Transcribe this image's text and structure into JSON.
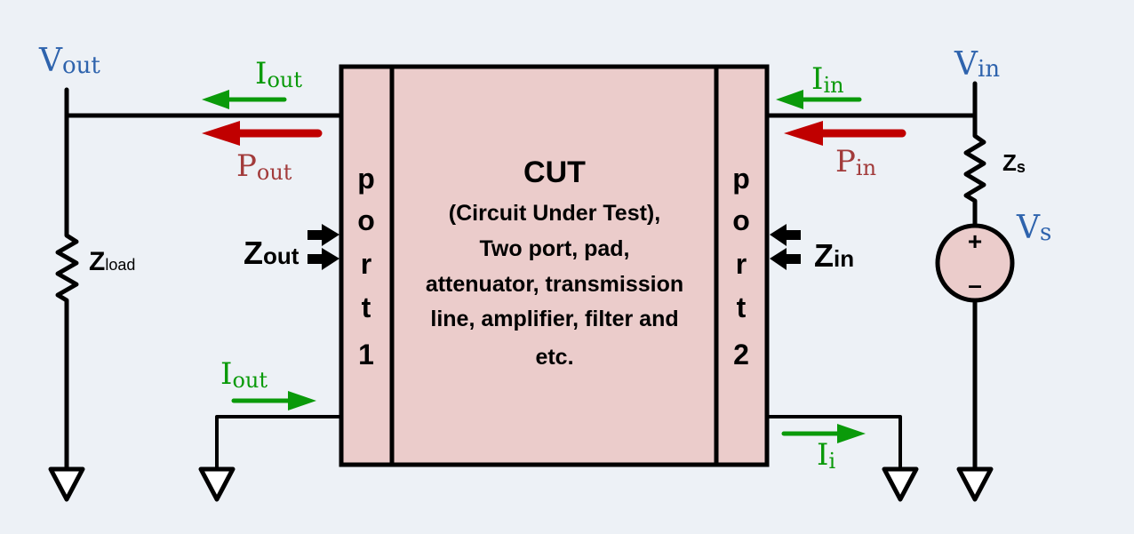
{
  "diagram": {
    "title": "Two-port network with source and load",
    "colors": {
      "background": "#edf1f6",
      "block_fill": "#ebcccb",
      "voltage_label": "#2e63ad",
      "current_arrow": "#0a9a0a",
      "power_arrow": "#c00000",
      "power_label": "#a23b3b",
      "wire": "#000000"
    },
    "cut": {
      "title": "CUT",
      "lines": [
        "(Circuit Under Test),",
        "Two port, pad,",
        "attenuator, transmission",
        "line, amplifier, filter and",
        "etc."
      ]
    },
    "port1": {
      "letters": [
        "p",
        "o",
        "r",
        "t",
        "1"
      ]
    },
    "port2": {
      "letters": [
        "p",
        "o",
        "r",
        "t",
        "2"
      ]
    },
    "labels": {
      "vout": {
        "main": "V",
        "sub": "out"
      },
      "vin": {
        "main": "V",
        "sub": "in"
      },
      "vs": {
        "main": "V",
        "sub": "s"
      },
      "iout_top": {
        "main": "I",
        "sub": "out"
      },
      "iout_bottom": {
        "main": "I",
        "sub": "out"
      },
      "iin": {
        "main": "I",
        "sub": "in"
      },
      "ii": {
        "main": "I",
        "sub": "i"
      },
      "pout": {
        "main": "P",
        "sub": "out"
      },
      "pin": {
        "main": "P",
        "sub": "in"
      },
      "zload": {
        "main": "Z",
        "sub": "load"
      },
      "zs": {
        "main": "Z",
        "sub": "s"
      },
      "zout": {
        "main": "Z",
        "sub": "out"
      },
      "zin": {
        "main": "Z",
        "sub": "in"
      },
      "plus": "+",
      "minus": "–"
    }
  }
}
